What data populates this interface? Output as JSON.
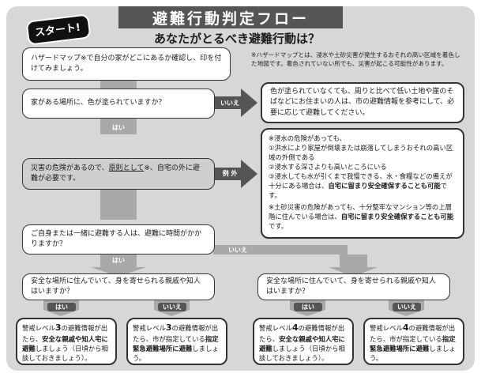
{
  "title": "避難行動判定フロー",
  "subtitle": "あなたがとるべき避難行動は？",
  "start_label": "スタート!",
  "colors": {
    "panel": "#d7d7d7",
    "title_bar": "#555555",
    "arrow": "#a9a9a9",
    "dark_arrow": "#555555"
  },
  "q1": {
    "text": "ハザードマップ※で自分の家がどこにあるか確認し、印を付けてみましょう。"
  },
  "note_hazard": {
    "text": "※ハザードマップとは、浸水や土砂災害が発生するおそれの高い区域を着色した地図です。着色されていない所でも、災害が起こる可能性があります。"
  },
  "q2": {
    "text": "家がある場所に、色が塗られていますか？"
  },
  "no_label_1": "いいえ",
  "r_no_color": {
    "text": "色が塗られていなくても、周りと比べて低い土地や崖のそばなどにお住まいの人は、市の避難情報を参考にして、必要に応じて避難してください。"
  },
  "yes_label_1": "はい",
  "q3": {
    "text_before": "災害の危険があるので、",
    "text_underline": "原則として",
    "text_after": "※、自宅の外に避難が必要です。"
  },
  "exception_label": "例 外",
  "exception": {
    "line1": "※浸水の危険があっても、",
    "line2": "①洪水により家屋が倒壊または崩落してしまうおそれの高い区域の外側である",
    "line3": "②浸水する深さよりも高いところにいる",
    "line4": "③浸水しても水が引くまで我慢できる、水・食糧などの備えが十分にある場合は、",
    "line4_bold": "自宅に留まり安全確保することも可能",
    "line4_end": "です。",
    "line5": "※土砂災害の危険があっても、十分堅牢なマンション等の上層階に住んでいる場合は、",
    "line5_bold": "自宅に留まり安全確保することも可能",
    "line5_end": "です。",
    "ruby": "ろう"
  },
  "q4": {
    "text": "ご自身または一緒に避難する人は、避難に時間がかかりますか？"
  },
  "yes_label_2": "はい",
  "no_label_2": "いいえ",
  "q5_left": {
    "text": "安全な場所に住んでいて、身を寄せられる親戚や知人はいますか？"
  },
  "q5_right": {
    "text": "安全な場所に住んでいて、身を寄せられる親戚や知人はいますか？"
  },
  "pill_yes_left": "はい",
  "pill_no_left": "いいえ",
  "pill_yes_right": "はい",
  "pill_no_right": "いいえ",
  "res1": {
    "a": "警戒レベル",
    "b": "3",
    "c": "の避難情報が出たら、",
    "d": "安全な親戚や知人宅に避難",
    "e": "しましょう（日頃から相談しておきましょう）。"
  },
  "res2": {
    "a": "警戒レベル",
    "b": "3",
    "c": "の避難情報が出たら、市が指定している",
    "d": "指定緊急避難場所に避難",
    "e": "しましょう。"
  },
  "res3": {
    "a": "警戒レベル",
    "b": "4",
    "c": "の避難情報が出たら、",
    "d": "安全な親戚や知人宅に避難",
    "e": "しましょう（日頃から相談しておきましょう）。"
  },
  "res4": {
    "a": "警戒レベル",
    "b": "4",
    "c": "の避難情報が出たら、市が指定している",
    "d": "指定緊急避難場所に避難",
    "e": "しましょう。"
  }
}
